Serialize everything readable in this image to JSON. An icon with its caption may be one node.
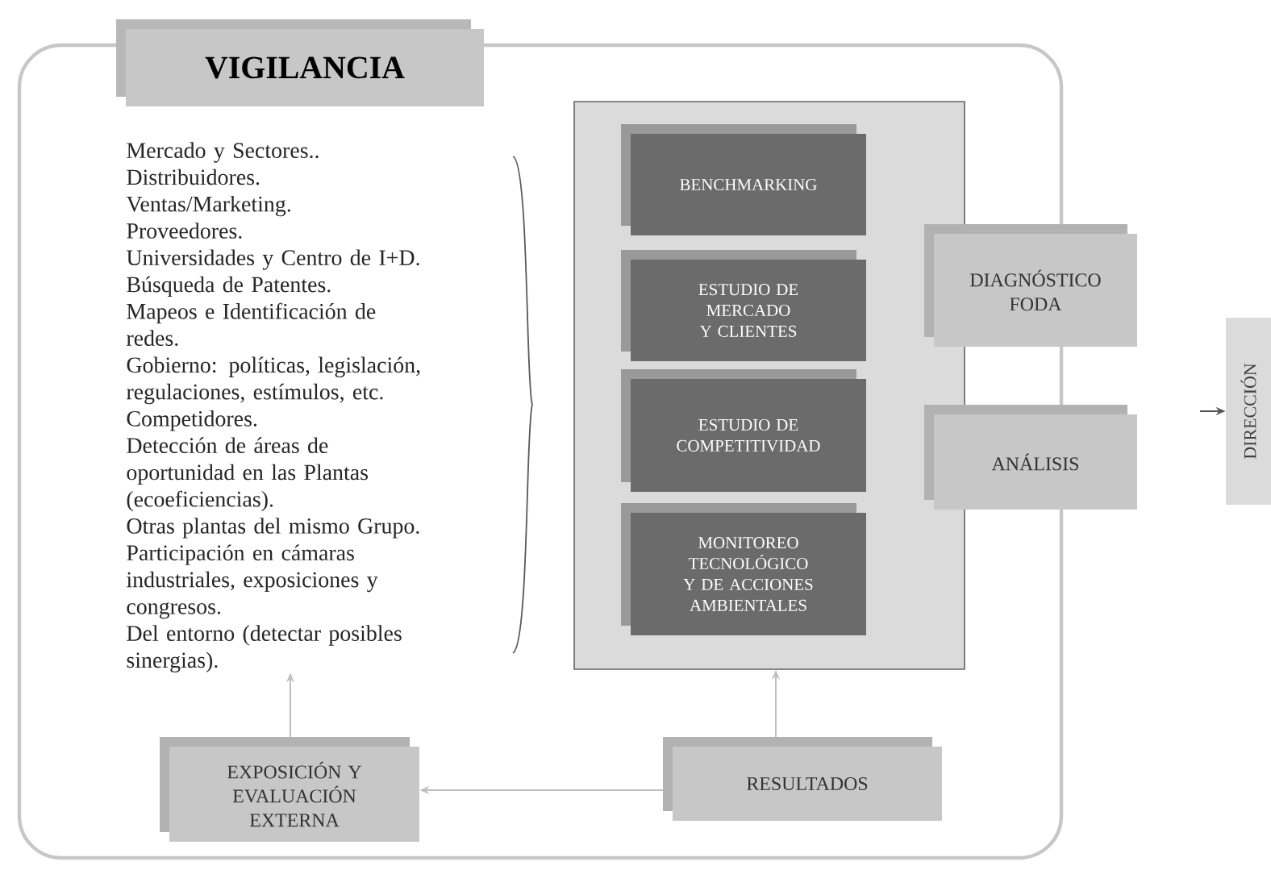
{
  "diagram": {
    "nodes": [
      {
        "text": [
          "VIGILANCIA"
        ]
      },
      {
        "text": [
          "Mercado y Sectores..",
          "Distribuidores.",
          "Ventas/Marketing.",
          "Proveedores.",
          "Universidades y Centro de I+D.",
          "Búsqueda de Patentes.",
          "Mapeos e Identificación de redes.",
          "Gobierno: políticas, legislación, regulaciones, estímulos, etc.",
          "Competidores.",
          "Detección de áreas de oportunidad en las Plantas (ecoeficiencias).",
          "Otras plantas del mismo Grupo.",
          "Participación en cámaras industriales, exposiciones y congresos.",
          "Del entorno (detectar posibles sinergias)."
        ],
        "in": 0
      },
      {
        "text": [],
        "shape": "box",
        "in": 0
      },
      {
        "text": [
          "BENCHMARKING"
        ],
        "in": 2
      },
      {
        "text": [
          "ESTUDIO DE MERCADO Y CLIENTES"
        ],
        "in": 2
      },
      {
        "text": [
          "ESTUDIO DE COMPETITIVIDAD"
        ],
        "in": 2
      },
      {
        "text": [
          "MONITOREO TECNOLÓGICO Y DE ACCIONES AMBIENTALES"
        ],
        "in": 2
      },
      {
        "text": [
          "DIAGNÓSTICO FODA"
        ],
        "in": 0
      },
      {
        "text": [
          "ANÁLISIS"
        ],
        "in": 0
      },
      {
        "text": [
          "EXPOSICIÓN Y EVALUACIÓN EXTERNA"
        ],
        "in": 0
      },
      {
        "text": [
          "RESULTADOS"
        ],
        "in": 0
      },
      {
        "text": [
          "DIRECCIÓN"
        ]
      }
    ],
    "edges": [
      {
        "from": 9,
        "to": 1,
        "arrow": "to"
      },
      {
        "from": 10,
        "to": 9,
        "arrow": "to"
      },
      {
        "from": 10,
        "to": 2,
        "arrow": "to"
      },
      {
        "from": null,
        "to": 11,
        "arrow": "to",
        "color": "#555555"
      }
    ]
  }
}
